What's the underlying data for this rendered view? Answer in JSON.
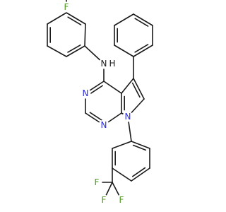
{
  "structure": {
    "colors": {
      "bond": "#1a1a1a",
      "nitrogen": "#2b2bd6",
      "fluorine": "#4a9a1a",
      "background": "#ffffff"
    },
    "atom_labels": {
      "F_aniline": "F",
      "N_amine": "N",
      "H_amine": "H",
      "N3": "N",
      "N1": "N",
      "N7": "N",
      "F_cf3_a": "F",
      "F_cf3_b": "F",
      "F_cf3_c": "F"
    }
  }
}
